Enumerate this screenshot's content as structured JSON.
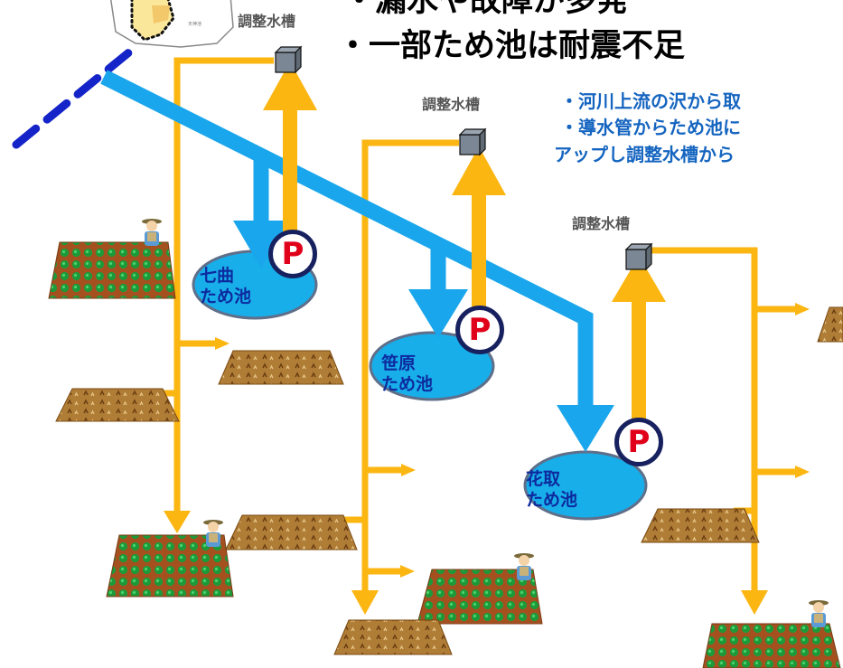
{
  "headline": {
    "line1": "・漏水や故障が多発",
    "line2": "・一部ため池は耐震不足"
  },
  "tanks": [
    {
      "label": "調整水槽"
    },
    {
      "label": "調整水槽"
    },
    {
      "label": "調整水槽"
    }
  ],
  "notes": {
    "line1": "・河川上流の沢から取",
    "line2": "・導水管からため池に",
    "line3": "アップし調整水槽から"
  },
  "ponds": [
    {
      "line1": "七曲",
      "line2": "ため池"
    },
    {
      "line1": "笹原",
      "line2": "ため池"
    },
    {
      "line1": "花取",
      "line2": "ため池"
    }
  ],
  "pump_label": "P",
  "colors": {
    "pipe_blue": "#1aa6ec",
    "pipe_yellow": "#fbb612",
    "pond_fill": "#18aeea",
    "pond_border": "#5f6f8a",
    "note_blue": "#1565c0",
    "pump_red": "#e0001a",
    "pump_border": "#17215f",
    "field_brown": "#b07d36",
    "crop_green": "#1c9a3a"
  }
}
